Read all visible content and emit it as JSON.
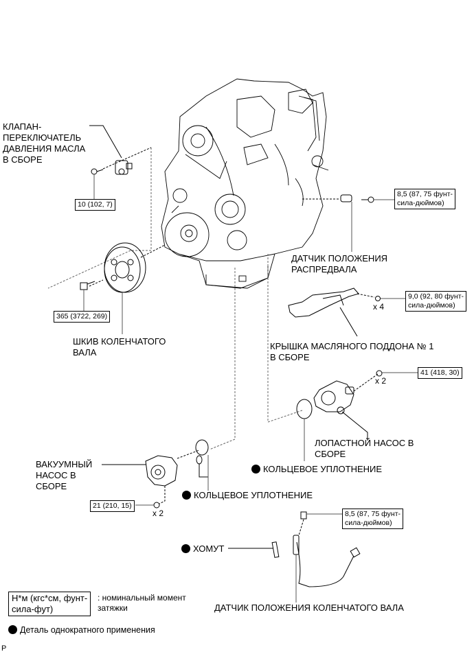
{
  "diagram": {
    "parts": {
      "oil_pressure_switch": {
        "label_lines": [
          "КЛАПАН-",
          "ПЕРЕКЛЮЧАТЕЛЬ",
          "ДАВЛЕНИЯ МАСЛА",
          "В СБОРЕ"
        ],
        "torque": "10 (102, 7)"
      },
      "camshaft_sensor": {
        "label_lines": [
          "ДАТЧИК ПОЛОЖЕНИЯ",
          "РАСПРЕДВАЛА"
        ],
        "torque_lines": [
          "8,5 (87, 75 фунт-",
          "сила-дюймов)"
        ]
      },
      "oil_pan_cover": {
        "label_lines": [
          "КРЫШКА МАСЛЯНОГО ПОДДОНА № 1",
          "В СБОРЕ"
        ],
        "torque_lines": [
          "9,0 (92, 80 фунт-",
          "сила-дюймов)"
        ],
        "qty": "x 4"
      },
      "crank_pulley": {
        "label_lines": [
          "ШКИВ КОЛЕНЧАТОГО",
          "ВАЛА"
        ],
        "torque": "365 (3722, 269)"
      },
      "vane_pump": {
        "label_lines": [
          "ЛОПАСТНОЙ НАСОС В",
          "СБОРЕ"
        ],
        "torque": "41 (418, 30)",
        "qty": "x 2"
      },
      "o_ring_1": {
        "label": "КОЛЬЦЕВОЕ УПЛОТНЕНИЕ"
      },
      "vacuum_pump": {
        "label_lines": [
          "ВАКУУМНЫЙ",
          "НАСОС В",
          "СБОРЕ"
        ],
        "torque": "21 (210, 15)",
        "qty": "x 2"
      },
      "o_ring_2": {
        "label": "КОЛЬЦЕВОЕ УПЛОТНЕНИЕ"
      },
      "clamp": {
        "label": "ХОМУТ"
      },
      "crank_sensor": {
        "label": "ДАТЧИК ПОЛОЖЕНИЯ КОЛЕНЧАТОГО ВАЛА",
        "torque_lines": [
          "8,5 (87, 75 фунт-",
          "сила-дюймов)"
        ]
      }
    },
    "legend": {
      "torque_box_lines": [
        "Н*м (кгс*см, фунт-",
        "сила-фут)"
      ],
      "torque_desc_lines": [
        ": номинальный момент",
        "затяжки"
      ],
      "non_reusable": "Деталь однократного применения"
    },
    "footer_mark": "P"
  }
}
